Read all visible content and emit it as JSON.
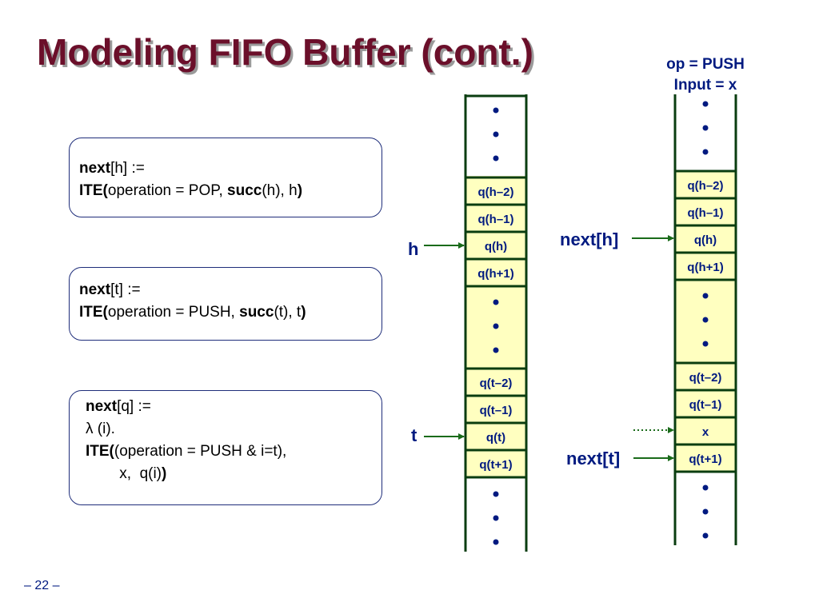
{
  "title": "Modeling FIFO Buffer (cont.)",
  "op_label": {
    "line1": "op = PUSH",
    "line2": "Input = x"
  },
  "boxes": {
    "next_h": {
      "l1_kw": "next",
      "l1_rest": "[h] :=",
      "l2_kw": "ITE(",
      "l2_mid": "operation = POP, ",
      "l2_kw2": "succ",
      "l2_rest": "(h), h",
      "l2_end": ")"
    },
    "next_t": {
      "l1_kw": "next",
      "l1_rest": "[t] :=",
      "l2_kw": "ITE(",
      "l2_mid": "operation = PUSH, ",
      "l2_kw2": "succ",
      "l2_rest": "(t), t",
      "l2_end": ")"
    },
    "next_q": {
      "l1_kw": "next",
      "l1_rest": "[q] :=",
      "l2_lambda": "λ",
      "l2_rest": " (i).",
      "l3_kw": "ITE(",
      "l3_rest": "(operation = PUSH & i=t),",
      "l4_rest": "        x,  q(i)",
      "l4_end": ")"
    }
  },
  "left_stack": {
    "cells": [
      "q(h–2)",
      "q(h–1)",
      "q(h)",
      "q(h+1)",
      "q(t–2)",
      "q(t–1)",
      "q(t)",
      "q(t+1)"
    ],
    "pointers": [
      "h",
      "t"
    ]
  },
  "right_stack": {
    "cells": [
      "q(h–2)",
      "q(h–1)",
      "q(h)",
      "q(h+1)",
      "q(t–2)",
      "q(t–1)",
      "x",
      "q(t+1)"
    ],
    "pointers": [
      "next[h]",
      "next[t]"
    ]
  },
  "colors": {
    "cell_fill": "#ffffc0",
    "cell_border": "#0a3d10",
    "arrow": "#1a6b1a",
    "text": "#001a80",
    "title": "#6b0f2a"
  },
  "page_number": "– 22 –"
}
